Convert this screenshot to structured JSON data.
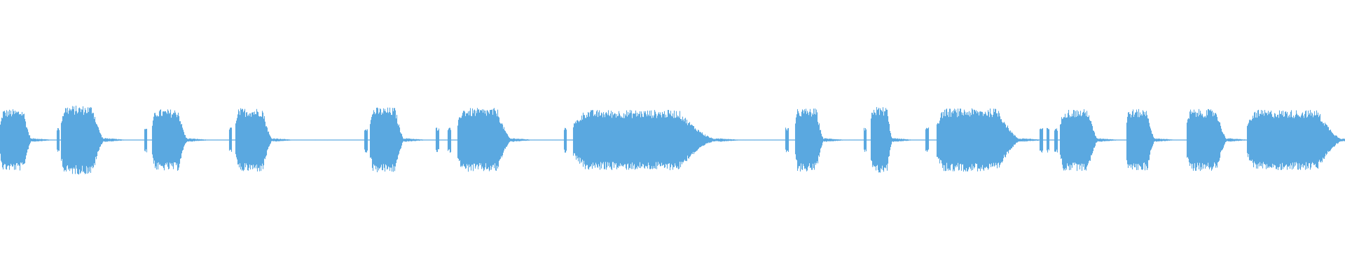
{
  "waveform": {
    "color": "#5aa8e0",
    "background": "#ffffff",
    "segments": [
      {
        "start": 0.0,
        "end": 0.024,
        "level": 0.85
      },
      {
        "start": 0.045,
        "end": 0.078,
        "level": 0.95
      },
      {
        "start": 0.113,
        "end": 0.14,
        "level": 0.85
      },
      {
        "start": 0.175,
        "end": 0.203,
        "level": 0.88
      },
      {
        "start": 0.275,
        "end": 0.301,
        "level": 0.9
      },
      {
        "start": 0.34,
        "end": 0.381,
        "level": 0.88
      },
      {
        "start": 0.426,
        "end": 0.535,
        "level": 0.83
      },
      {
        "start": 0.591,
        "end": 0.613,
        "level": 0.87
      },
      {
        "start": 0.647,
        "end": 0.664,
        "level": 0.92
      },
      {
        "start": 0.696,
        "end": 0.76,
        "level": 0.87
      },
      {
        "start": 0.788,
        "end": 0.817,
        "level": 0.85
      },
      {
        "start": 0.837,
        "end": 0.859,
        "level": 0.85
      },
      {
        "start": 0.882,
        "end": 0.913,
        "level": 0.85
      },
      {
        "start": 0.927,
        "end": 1.0,
        "level": 0.83
      }
    ],
    "spikes": [
      0.043,
      0.108,
      0.171,
      0.272,
      0.325,
      0.334,
      0.42,
      0.585,
      0.643,
      0.689,
      0.774,
      0.779,
      0.785
    ]
  }
}
